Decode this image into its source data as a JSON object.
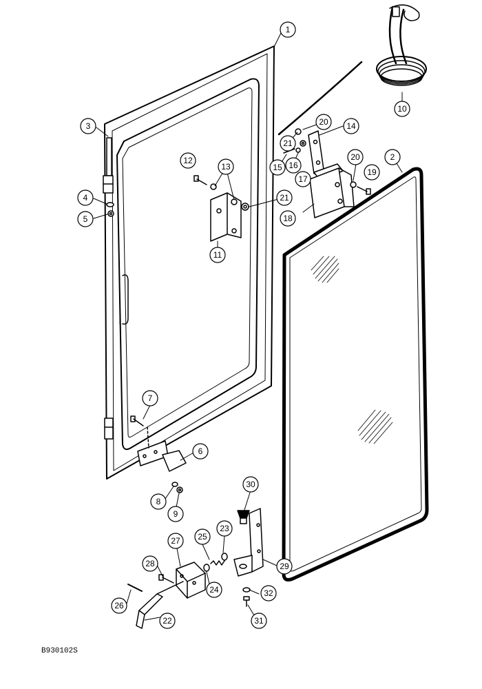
{
  "diagram_code": "B930102S",
  "callouts": {
    "c1": "1",
    "c2": "2",
    "c3": "3",
    "c4": "4",
    "c5": "5",
    "c6": "6",
    "c7": "7",
    "c8": "8",
    "c9": "9",
    "c10": "10",
    "c11": "11",
    "c12": "12",
    "c13": "13",
    "c14": "14",
    "c15": "15",
    "c16": "16",
    "c17": "17",
    "c18": "18",
    "c19": "19",
    "c20a": "20",
    "c20b": "20",
    "c21a": "21",
    "c21b": "21",
    "c22": "22",
    "c23": "23",
    "c24": "24",
    "c25": "25",
    "c26": "26",
    "c27": "27",
    "c28": "28",
    "c29": "29",
    "c30": "30",
    "c31": "31",
    "c32": "32"
  }
}
